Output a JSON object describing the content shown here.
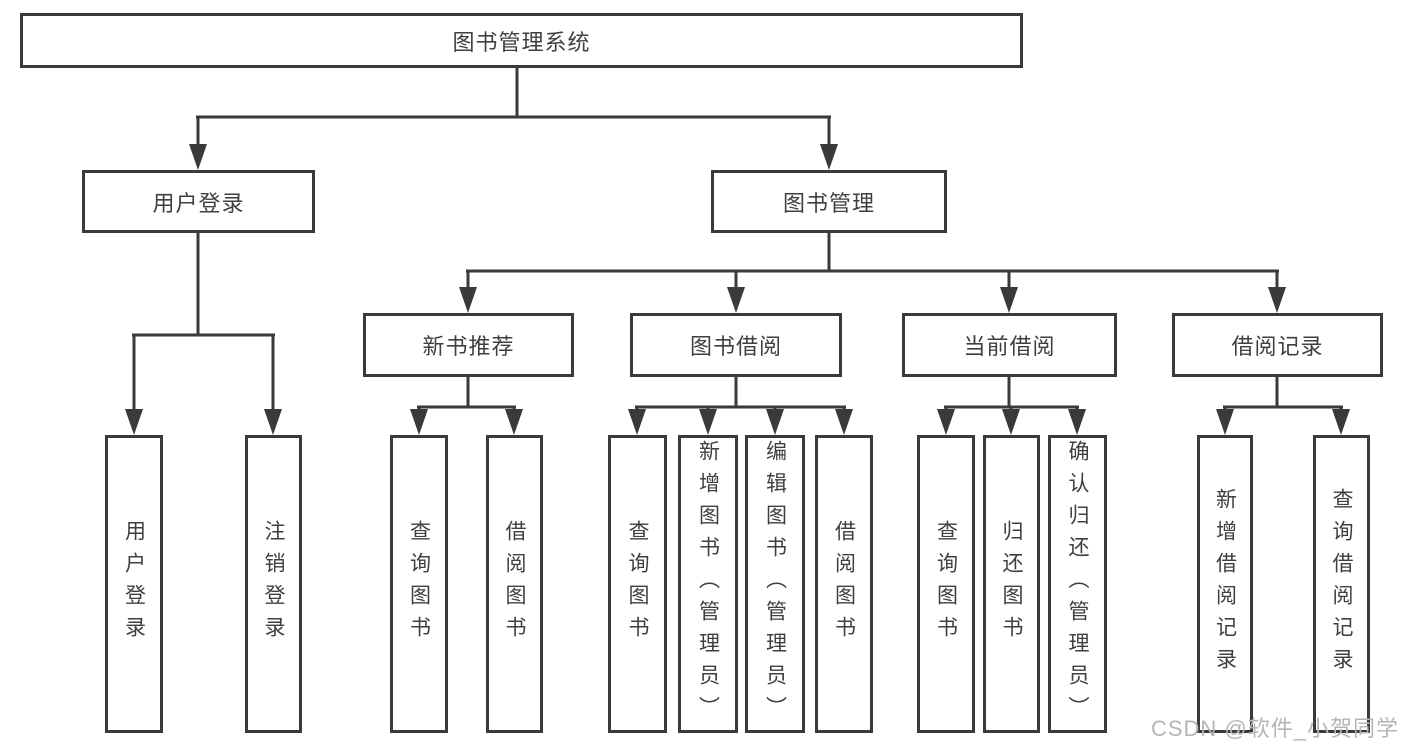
{
  "tree": {
    "root": "图书管理系统",
    "branches": [
      {
        "label": "用户登录",
        "children": [
          "用户登录",
          "注销登录"
        ]
      },
      {
        "label": "图书管理",
        "sections": [
          {
            "label": "新书推荐",
            "children": [
              "查询图书",
              "借阅图书"
            ]
          },
          {
            "label": "图书借阅",
            "children": [
              "查询图书",
              "新增图书（管理员）",
              "编辑图书（管理员）",
              "借阅图书"
            ]
          },
          {
            "label": "当前借阅",
            "children": [
              "查询图书",
              "归还图书",
              "确认归还（管理员）"
            ]
          },
          {
            "label": "借阅记录",
            "children": [
              "新增借阅记录",
              "查询借阅记录"
            ]
          }
        ]
      }
    ]
  },
  "watermark": "CSDN @软件_小贺同学",
  "colors": {
    "line": "#3a3a3a",
    "text": "#3f3f3f",
    "watermark": "#b5b5b5",
    "background": "#ffffff"
  }
}
